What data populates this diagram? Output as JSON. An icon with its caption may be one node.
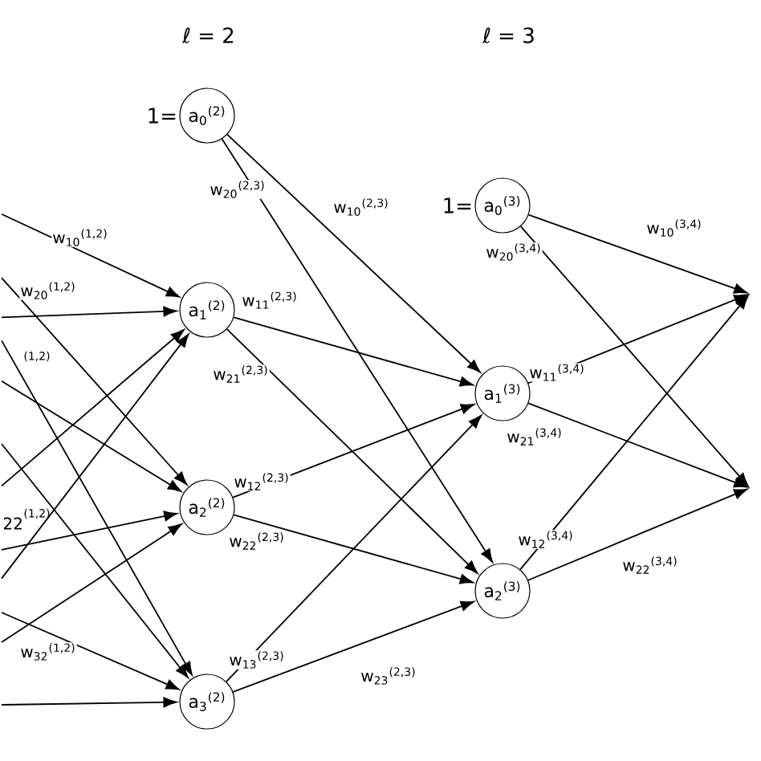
{
  "diagram": {
    "nodes": [
      {
        "text": [
          "a$_{0}$$^{(2)}$"
        ],
        "beside": [
          "1="
        ]
      },
      {
        "text": [
          "a$_{1}$$^{(2)}$"
        ]
      },
      {
        "text": [
          "a$_{2}$$^{(2)}$"
        ]
      },
      {
        "text": [
          "a$_{3}$$^{(2)}$"
        ]
      },
      {
        "text": [
          "a$_{0}$$^{(3)}$"
        ],
        "beside": [
          "1="
        ]
      },
      {
        "text": [
          "a$_{1}$$^{(3)}$"
        ]
      },
      {
        "text": [
          "a$_{2}$$^{(3)}$"
        ]
      }
    ],
    "edges": [
      {
        "from": null,
        "to": 1,
        "arrow": "to",
        "label": "w$_{10}$$^{(1,2)}$"
      },
      {
        "from": null,
        "to": 2,
        "arrow": "to",
        "label": "w$_{20}$$^{(1,2)}$"
      },
      {
        "from": null,
        "to": 3,
        "arrow": "to"
      },
      {
        "from": null,
        "to": 1,
        "arrow": "to"
      },
      {
        "from": null,
        "to": 2,
        "arrow": "to"
      },
      {
        "from": null,
        "to": 3,
        "arrow": "to"
      },
      {
        "from": null,
        "to": 1,
        "arrow": "to"
      },
      {
        "from": null,
        "to": 2,
        "arrow": "to"
      },
      {
        "from": null,
        "to": 3,
        "arrow": "to",
        "label": "w$_{32}$$^{(1,2)}$"
      },
      {
        "from": null,
        "to": 1,
        "arrow": "to"
      },
      {
        "from": null,
        "to": 2,
        "arrow": "to"
      },
      {
        "from": null,
        "to": 3,
        "arrow": "to"
      },
      {
        "from": 0,
        "to": 5,
        "arrow": "to",
        "label": "w$_{10}$$^{(2,3)}$"
      },
      {
        "from": 0,
        "to": 6,
        "arrow": "to",
        "label": "w$_{20}$$^{(2,3)}$"
      },
      {
        "from": 1,
        "to": 5,
        "arrow": "to",
        "label": "w$_{11}$$^{(2,3)}$"
      },
      {
        "from": 1,
        "to": 6,
        "arrow": "to",
        "label": "w$_{21}$$^{(2,3)}$"
      },
      {
        "from": 2,
        "to": 5,
        "arrow": "to",
        "label": "w$_{12}$$^{(2,3)}$"
      },
      {
        "from": 2,
        "to": 6,
        "arrow": "to",
        "label": "w$_{22}$$^{(2,3)}$"
      },
      {
        "from": 3,
        "to": 5,
        "arrow": "to",
        "label": "w$_{13}$$^{(2,3)}$"
      },
      {
        "from": 3,
        "to": 6,
        "arrow": "to",
        "label": "w$_{23}$$^{(2,3)}$"
      },
      {
        "from": 4,
        "to": null,
        "arrow": "to",
        "label": "w$_{10}$$^{(3,4)}$"
      },
      {
        "from": 4,
        "to": null,
        "arrow": "to",
        "label": "w$_{20}$$^{(3,4)}$"
      },
      {
        "from": 5,
        "to": null,
        "arrow": "to",
        "label": "w$_{11}$$^{(3,4)}$"
      },
      {
        "from": 5,
        "to": null,
        "arrow": "to",
        "label": "w$_{21}$$^{(3,4)}$"
      },
      {
        "from": 6,
        "to": null,
        "arrow": "to",
        "label": "w$_{12}$$^{(3,4)}$"
      },
      {
        "from": 6,
        "to": null,
        "arrow": "to",
        "label": "w$_{22}$$^{(3,4)}$"
      }
    ],
    "labels": [
      "ℓ = 2",
      "ℓ = 3",
      "(1,2)",
      "22",
      "(1,2)"
    ]
  }
}
